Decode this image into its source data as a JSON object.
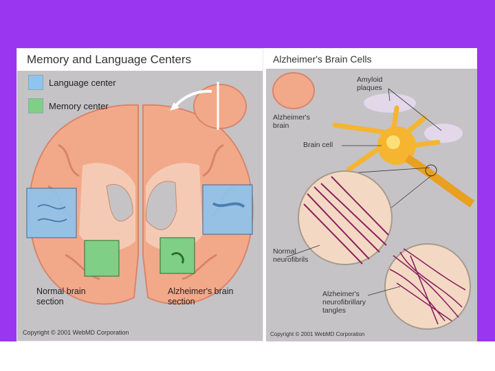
{
  "left_panel": {
    "title": "Memory and Language Centers",
    "legend": [
      {
        "label": "Language center",
        "color": "#8ec4ee"
      },
      {
        "label": "Memory center",
        "color": "#7fcf86"
      }
    ],
    "captions": {
      "normal_line1": "Normal brain",
      "normal_line2": "section",
      "alz_line1": "Alzheimer's brain",
      "alz_line2": "section"
    },
    "copyright": "Copyright © 2001 WebMD Corporation"
  },
  "right_panel": {
    "title": "Alzheimer's Brain Cells",
    "labels": {
      "amyloid_line1": "Amyloid",
      "amyloid_line2": "plaques",
      "alz_brain_line1": "Alzheimer's",
      "alz_brain_line2": "brain",
      "brain_cell": "Brain cell",
      "normal_line1": "Normal",
      "normal_line2": "neurofibrils",
      "tangles_line1": "Alzheimer's",
      "tangles_line2": "neurofibrillary",
      "tangles_line3": "tangles"
    },
    "copyright": "Copyright © 2001 WebMD Corporation"
  },
  "colors": {
    "frame": "#9b36f0",
    "panel_bg": "#c5c3c6",
    "brain": "#f2a98a",
    "brain_dark": "#d9846a",
    "language": "#8ec4ee",
    "memory": "#7fcf86",
    "cell": "#f5b530",
    "fibril": "#8a1f5e"
  }
}
